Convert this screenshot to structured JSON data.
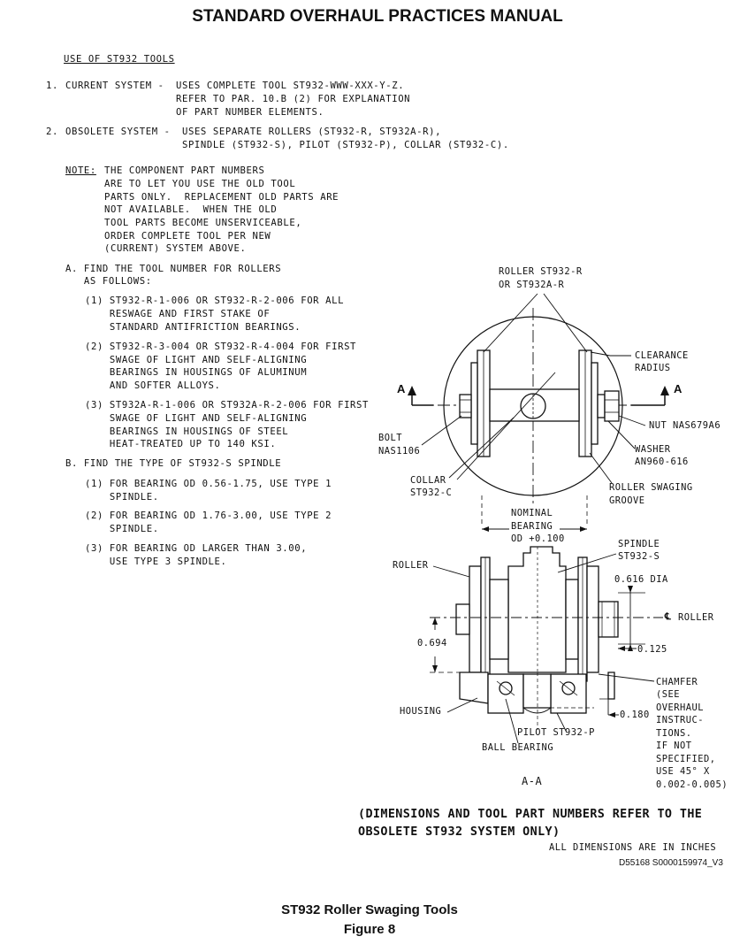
{
  "header": {
    "title": "STANDARD OVERHAUL PRACTICES MANUAL"
  },
  "section": {
    "heading": "USE OF ST932 TOOLS"
  },
  "items": [
    {
      "num": "1.",
      "label": "CURRENT SYSTEM -",
      "lines": [
        "USES COMPLETE TOOL ST932-WWW-XXX-Y-Z.",
        "REFER TO PAR. 10.B (2) FOR EXPLANATION",
        "OF PART NUMBER ELEMENTS."
      ]
    },
    {
      "num": "2.",
      "label": "OBSOLETE SYSTEM -",
      "lines": [
        "USES SEPARATE ROLLERS (ST932-R, ST932A-R),",
        " SPINDLE (ST932-S), PILOT (ST932-P), COLLAR (ST932-C)."
      ]
    }
  ],
  "note": {
    "label": "NOTE:",
    "lines": [
      "THE COMPONENT PART NUMBERS",
      "ARE TO LET YOU USE THE OLD TOOL",
      "PARTS ONLY.  REPLACEMENT OLD PARTS ARE",
      "NOT AVAILABLE.  WHEN THE OLD",
      "TOOL PARTS BECOME UNSERVICEABLE,",
      "ORDER COMPLETE TOOL PER NEW",
      "(CURRENT) SYSTEM ABOVE."
    ]
  },
  "step_a": {
    "lines": [
      "A. FIND THE TOOL NUMBER FOR ROLLERS",
      "   AS FOLLOWS:"
    ],
    "subitems": [
      [
        "(1) ST932-R-1-006 OR ST932-R-2-006 FOR ALL",
        "    RESWAGE AND FIRST STAKE OF",
        "    STANDARD ANTIFRICTION BEARINGS."
      ],
      [
        "(2) ST932-R-3-004 OR ST932-R-4-004 FOR FIRST",
        "    SWAGE OF LIGHT AND SELF-ALIGNING",
        "    BEARINGS IN HOUSINGS OF ALUMINUM",
        "    AND SOFTER ALLOYS."
      ],
      [
        "(3) ST932A-R-1-006 OR ST932A-R-2-006 FOR FIRST",
        "    SWAGE OF LIGHT AND SELF-ALIGNING",
        "    BEARINGS IN HOUSINGS OF STEEL",
        "    HEAT-TREATED UP TO 140 KSI."
      ]
    ]
  },
  "step_b": {
    "line": "B. FIND THE TYPE OF ST932-S SPINDLE",
    "subitems": [
      [
        "(1) FOR BEARING OD 0.56-1.75, USE TYPE 1",
        "    SPINDLE."
      ],
      [
        "(2) FOR BEARING OD 1.76-3.00, USE TYPE 2",
        "    SPINDLE."
      ],
      [
        "(3) FOR BEARING OD LARGER THAN 3.00,",
        "    USE TYPE 3 SPINDLE."
      ]
    ]
  },
  "figure_labels": {
    "roller_top": [
      "ROLLER ST932-R",
      "OR ST932A-R"
    ],
    "clearance": [
      "CLEARANCE",
      "RADIUS"
    ],
    "section_a": "A",
    "nut": "NUT NAS679A6",
    "bolt": [
      "BOLT",
      "NAS1106"
    ],
    "washer": [
      "WASHER",
      "AN960-616"
    ],
    "collar": [
      "COLLAR",
      "ST932-C"
    ],
    "groove": [
      "ROLLER SWAGING",
      "GROOVE"
    ],
    "nominal": [
      "NOMINAL",
      "BEARING",
      "OD +0.100"
    ],
    "spindle": [
      "SPINDLE",
      "ST932-S"
    ],
    "roller_side": "ROLLER",
    "dia": "0.616 DIA",
    "cl_roller": "ROLLER",
    "dim_694": "0.694",
    "dim_125": "0.125",
    "chamfer": [
      "CHAMFER",
      "(SEE",
      "OVERHAUL",
      "INSTRUC-",
      "TIONS.",
      "IF NOT",
      "SPECIFIED,",
      "USE 45° X",
      "0.002-0.005)"
    ],
    "housing": "HOUSING",
    "dim_180": "0.180",
    "pilot": "PILOT ST932-P",
    "ball_bearing": "BALL BEARING",
    "section_view": "A-A"
  },
  "footnotes": {
    "bold_note": [
      "(DIMENSIONS AND TOOL PART NUMBERS REFER TO THE",
      "OBSOLETE ST932 SYSTEM ONLY)"
    ],
    "inches": "ALL DIMENSIONS ARE IN INCHES",
    "ref": "D55168 S0000159974_V3"
  },
  "caption": {
    "line1": "ST932 Roller Swaging Tools",
    "line2": "Figure 8"
  }
}
